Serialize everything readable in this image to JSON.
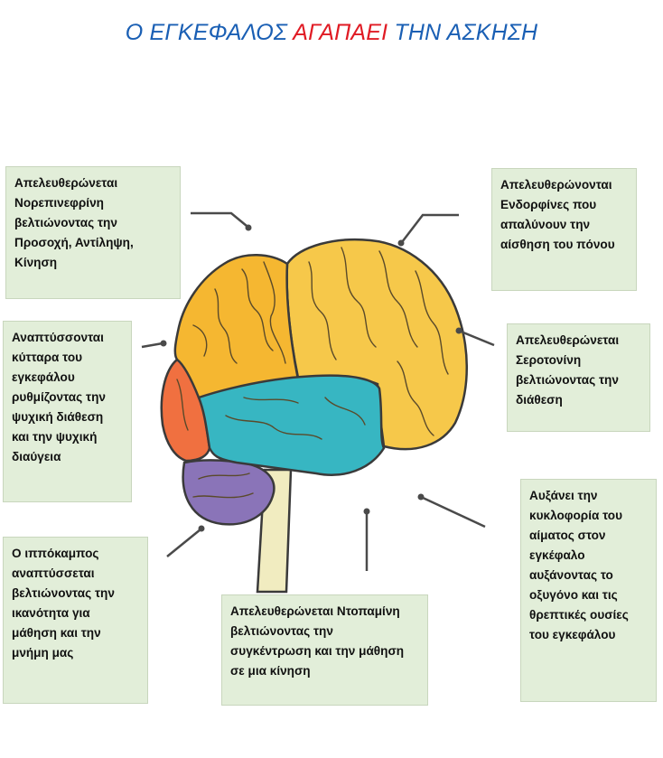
{
  "title": {
    "part1": "Ο ΕΓΚΕΦΑΛΟΣ ",
    "part2": "ΑΓΑΠΑΕΙ",
    "part3": " ΤΗΝ ΑΣΚΗΣΗ",
    "color_main": "#1a5fb4",
    "color_highlight": "#e01b24"
  },
  "boxes": {
    "norepinephrine": "Απελευθερώνεται\nΝορεπινεφρίνη\nβελτιώνοντας  την\nΠροσοχή, Αντίληψη,\nΚίνηση",
    "endorphins": "Απελευθερώνονται\nΕνδορφίνες που\nαπαλύνουν την\nαίσθηση του πόνου",
    "cells": "Αναπτύσσονται\nκύτταρα του\nεγκεφάλου\nρυθμίζοντας την\nψυχική διάθεση\nκαι την ψυχική\nδιαύγεια",
    "serotonin": "Απελευθερώνεται\nΣεροτονίνη\nβελτιώνοντας την\nδιάθεση",
    "blood_flow": "Αυξάνει την\nκυκλοφορία του\nαίματος στον\nεγκέφαλο\nαυξάνοντας το\nοξυγόνο και τις\nθρεπτικές ουσίες\nτου εγκεφάλου",
    "hippocampus": "Ο ιππόκαμπος\nαναπτύσσεται\nβελτιώνοντας την\nικανότητα για\nμάθηση και την\nμνήμη μας",
    "dopamine": "Απελευθερώνεται  Ντοπαμίνη\nβελτιώνοντας την\nσυγκέντρωση και την μάθηση\nσε μια κίνηση"
  },
  "colors": {
    "box_fill": "#e2eed9",
    "frontal_lobe": "#f5b731",
    "parietal_lobe": "#f6c84a",
    "temporal_lobe": "#37b6c2",
    "occipital_lobe": "#f07040",
    "cerebellum": "#8a74b8",
    "brain_stem": "#f1ecc0",
    "pointer_line": "#4a4a4a"
  }
}
